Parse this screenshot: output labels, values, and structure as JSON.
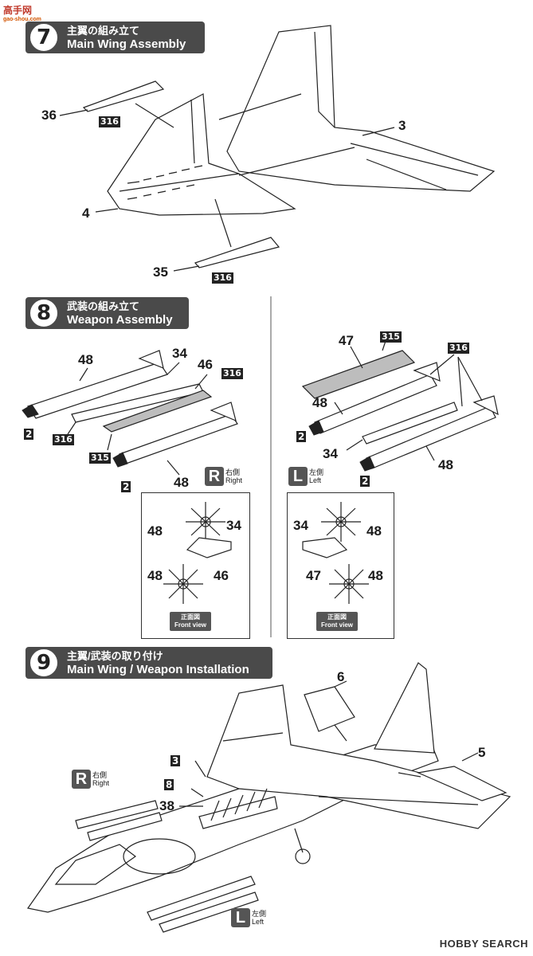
{
  "site_logo": {
    "title": "高手网",
    "url_text": "gao-shou.com"
  },
  "steps": [
    {
      "number": "7",
      "title_jp": "主翼の組み立て",
      "title_en": "Main Wing Assembly"
    },
    {
      "number": "8",
      "title_jp": "武装の組み立て",
      "title_en": "Weapon Assembly"
    },
    {
      "number": "9",
      "title_jp": "主翼/武装の取り付け",
      "title_en": "Main Wing / Weapon Installation"
    }
  ],
  "step7": {
    "labels": {
      "p36": "36",
      "p3": "3",
      "p4": "4",
      "p35": "35"
    },
    "paint": {
      "a": "316",
      "b": "316"
    }
  },
  "step8": {
    "right_group": {
      "labels": {
        "p48a": "48",
        "p34": "34",
        "p46": "46",
        "p48b": "48",
        "p2a": "2",
        "p2b": "2"
      },
      "paint": {
        "a": "316",
        "b": "316",
        "c": "315"
      }
    },
    "left_group": {
      "labels": {
        "p47": "47",
        "p48a": "48",
        "p34": "34",
        "p48b": "48",
        "p2a": "2",
        "p2b": "2"
      },
      "paint": {
        "a": "315",
        "b": "316"
      }
    },
    "right_badge": {
      "letter": "R",
      "jp": "右側",
      "en": "Right"
    },
    "left_badge": {
      "letter": "L",
      "jp": "左側",
      "en": "Left"
    },
    "right_front": {
      "l48a": "48",
      "l34": "34",
      "l48b": "48",
      "l46": "46",
      "caption_jp": "正面図",
      "caption_en": "Front view"
    },
    "left_front": {
      "l34": "34",
      "l48a": "48",
      "l47": "47",
      "l48b": "48",
      "caption_jp": "正面図",
      "caption_en": "Front view"
    }
  },
  "step9": {
    "labels": {
      "p6": "6",
      "p5": "5",
      "p38": "38",
      "p3": "3",
      "p8": "8"
    },
    "right_badge": {
      "letter": "R",
      "jp": "右側",
      "en": "Right"
    },
    "left_badge": {
      "letter": "L",
      "jp": "左側",
      "en": "Left"
    }
  },
  "watermark": "HOBBY SEARCH"
}
